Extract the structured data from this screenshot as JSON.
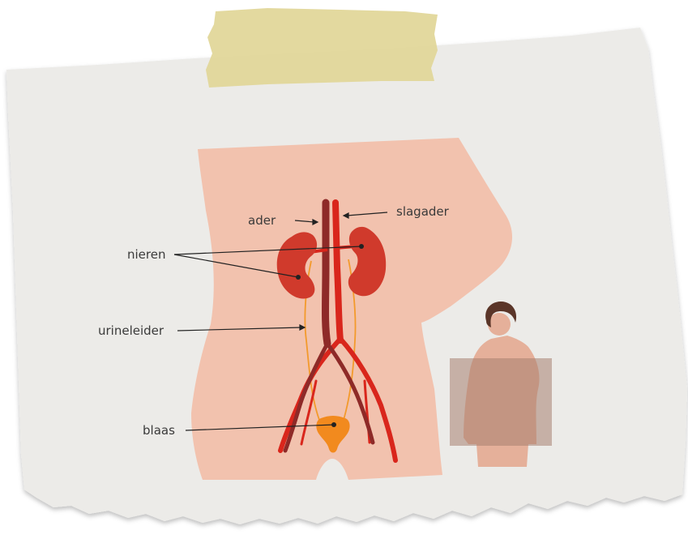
{
  "labels": {
    "ader": "ader",
    "slagader": "slagader",
    "nieren": "nieren",
    "urineleider": "urineleider",
    "blaas": "blaas"
  },
  "colors": {
    "paper": "#ecebe8",
    "tape": "#e2d79a",
    "skin": "#f2c2ae",
    "kidney": "#d03a2c",
    "artery": "#d9261c",
    "vein": "#8e2a28",
    "ureter": "#f39a2c",
    "bladder": "#f28a1e",
    "inset_box": "#a88070"
  },
  "icons": {
    "tape": "masking-tape",
    "inset": "person-silhouette-icon"
  }
}
